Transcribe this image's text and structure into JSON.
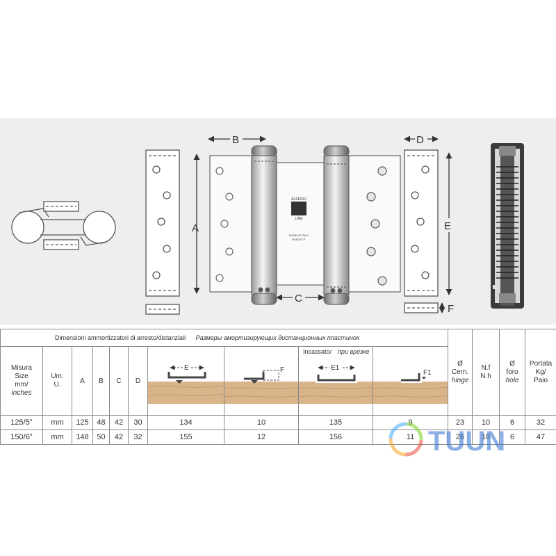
{
  "drawing": {
    "label_a": "A",
    "label_b": "B",
    "label_c": "C",
    "label_d": "D",
    "label_e": "E",
    "label_f": "F",
    "stamp_text": [
      "ALSERIO",
      "LINE",
      "MADE IN ITALY",
      "PATENT P."
    ]
  },
  "table": {
    "header_it": "Dimensioni ammortizzatori di arresto/distanziali",
    "header_ru": "Размеры амортизирующих дистанционных пластинок",
    "col_size": [
      "Misura",
      "Size",
      "mm/",
      "inches"
    ],
    "col_um": [
      "Um.",
      "U."
    ],
    "col_a": "A",
    "col_b": "B",
    "col_c": "C",
    "col_d": "D",
    "incassato_label": "Incassato/",
    "incassato_ru": "при врезке",
    "diag_labels": {
      "e": "E",
      "f": "F",
      "e1": "E1",
      "f1": "F1"
    },
    "col_cern": [
      "Ø",
      "Cern.",
      "hinge"
    ],
    "col_nf": [
      "N.f",
      "N.h"
    ],
    "col_foro": [
      "Ø",
      "foro",
      "hole"
    ],
    "col_portata": [
      "Portata",
      "Kg/",
      "Paio"
    ],
    "rows": [
      {
        "size": "125/5\"",
        "um": "mm",
        "a": "125",
        "b": "48",
        "c": "42",
        "d": "30",
        "e": "134",
        "f": "10",
        "e1": "135",
        "f1": "9",
        "cern": "23",
        "nf": "10",
        "foro": "6",
        "portata": "32"
      },
      {
        "size": "150/6\"",
        "um": "mm",
        "a": "148",
        "b": "50",
        "c": "42",
        "d": "32",
        "e": "155",
        "f": "12",
        "e1": "156",
        "f1": "11",
        "cern": "26",
        "nf": "10",
        "foro": "6",
        "portata": "47"
      }
    ]
  },
  "watermark": {
    "text": "TUUN",
    "colors": [
      "#e94b3c",
      "#f6a623",
      "#3fa9f5",
      "#7ed321"
    ]
  }
}
